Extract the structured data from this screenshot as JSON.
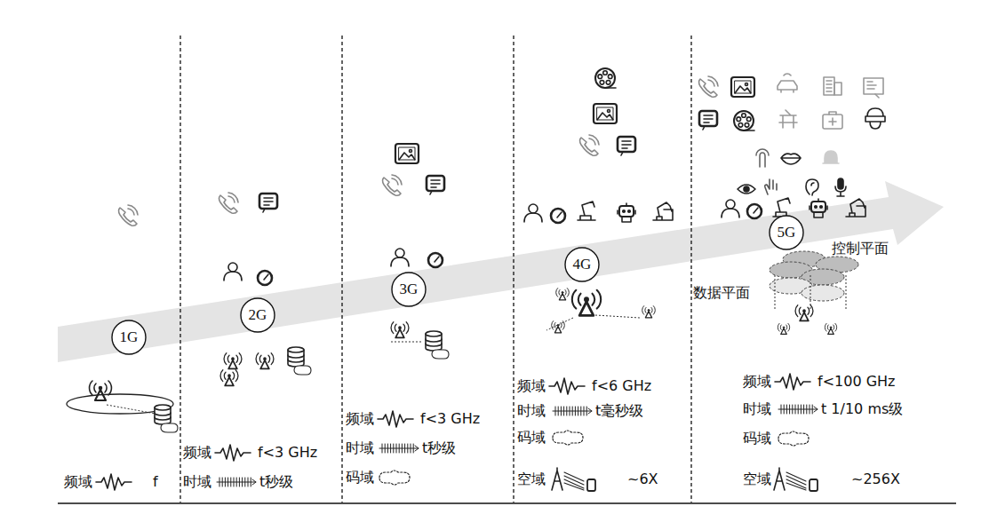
{
  "diagram": {
    "nodes": [
      {
        "text": [
          "1G"
        ]
      },
      {
        "text": [
          "2G"
        ]
      },
      {
        "text": [
          "3G"
        ]
      },
      {
        "text": [
          "4G"
        ]
      },
      {
        "text": [
          "5G"
        ]
      }
    ],
    "labels": [
      "频域",
      "f",
      "频域",
      "f<3 GHz",
      "时域",
      "t秒级",
      "频域",
      "f<3 GHz",
      "时域",
      "t秒级",
      "码域",
      "频域",
      "f<6 GHz",
      "时域",
      "t毫秒级",
      "码域",
      "空域",
      "~6X",
      "控制平面",
      "数据平面",
      "频域",
      "f<100 GHz",
      "时域",
      "t 1/10 ms级",
      "码域",
      "空域",
      "~256X"
    ]
  }
}
